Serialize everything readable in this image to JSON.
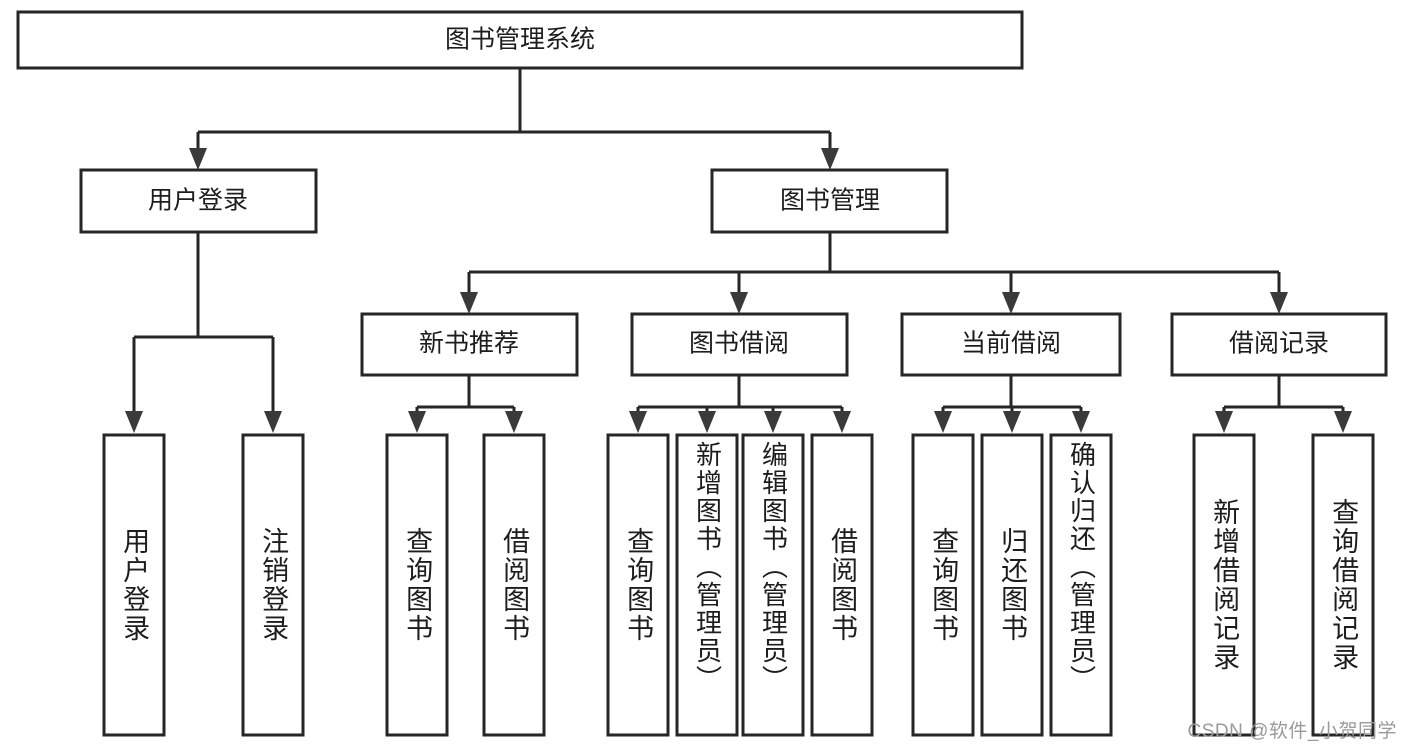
{
  "diagram": {
    "type": "tree-hierarchy-flowchart",
    "orientation": "top-down",
    "root": {
      "id": "root",
      "label": "图书管理系统"
    },
    "level2": [
      {
        "id": "user-login",
        "label": "用户登录"
      },
      {
        "id": "book-management",
        "label": "图书管理"
      }
    ],
    "level3": [
      {
        "id": "new-book-recommend",
        "label": "新书推荐",
        "parent": "book-management"
      },
      {
        "id": "book-borrow",
        "label": "图书借阅",
        "parent": "book-management"
      },
      {
        "id": "current-borrow",
        "label": "当前借阅",
        "parent": "book-management"
      },
      {
        "id": "borrow-record",
        "label": "借阅记录",
        "parent": "book-management"
      }
    ],
    "leaves": [
      {
        "id": "leaf-user-login",
        "label": "用户登录",
        "parent": "user-login"
      },
      {
        "id": "leaf-logout-login",
        "label": "注销登录",
        "parent": "user-login"
      },
      {
        "id": "leaf-query-book-1",
        "label": "查询图书",
        "parent": "new-book-recommend"
      },
      {
        "id": "leaf-borrow-book-1",
        "label": "借阅图书",
        "parent": "new-book-recommend"
      },
      {
        "id": "leaf-query-book-2",
        "label": "查询图书",
        "parent": "book-borrow"
      },
      {
        "id": "leaf-add-book",
        "label": "新增图书（管理员）",
        "parent": "book-borrow"
      },
      {
        "id": "leaf-edit-book",
        "label": "编辑图书（管理员）",
        "parent": "book-borrow"
      },
      {
        "id": "leaf-borrow-book-2",
        "label": "借阅图书",
        "parent": "book-borrow"
      },
      {
        "id": "leaf-query-book-3",
        "label": "查询图书",
        "parent": "current-borrow"
      },
      {
        "id": "leaf-return-book",
        "label": "归还图书",
        "parent": "current-borrow"
      },
      {
        "id": "leaf-confirm-return",
        "label": "确认归还（管理员）",
        "parent": "current-borrow"
      },
      {
        "id": "leaf-add-record",
        "label": "新增借阅记录",
        "parent": "borrow-record"
      },
      {
        "id": "leaf-query-record",
        "label": "查询借阅记录",
        "parent": "borrow-record"
      }
    ],
    "colors": {
      "box_stroke": "#262626",
      "box_fill": "#ffffff",
      "connector": "#262626",
      "arrow": "#3a3a3a",
      "text": "#1d1d1d",
      "watermark": "#9a9a9a",
      "background": "#ffffff"
    }
  },
  "watermark": {
    "text": "CSDN @软件_小贺同学"
  }
}
